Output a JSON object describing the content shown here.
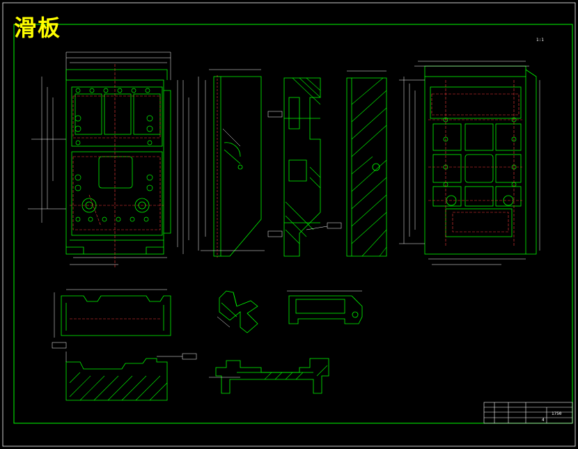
{
  "drawing": {
    "title": "滑板",
    "scale_label": "1:1",
    "title_block": {
      "drawing_number": "1750",
      "sheet": "4"
    }
  },
  "colors": {
    "background": "#000000",
    "outline": "#00ff00",
    "centerline": "#ff3b3b",
    "dimension": "#ffffff",
    "title": "#ffff00",
    "hatch": "#00ff00"
  },
  "views": [
    {
      "name": "front-view"
    },
    {
      "name": "side-view-a"
    },
    {
      "name": "section-b"
    },
    {
      "name": "section-c"
    },
    {
      "name": "rear-view"
    },
    {
      "name": "detail-1"
    },
    {
      "name": "detail-2"
    },
    {
      "name": "detail-3"
    },
    {
      "name": "section-d"
    },
    {
      "name": "section-e"
    }
  ]
}
